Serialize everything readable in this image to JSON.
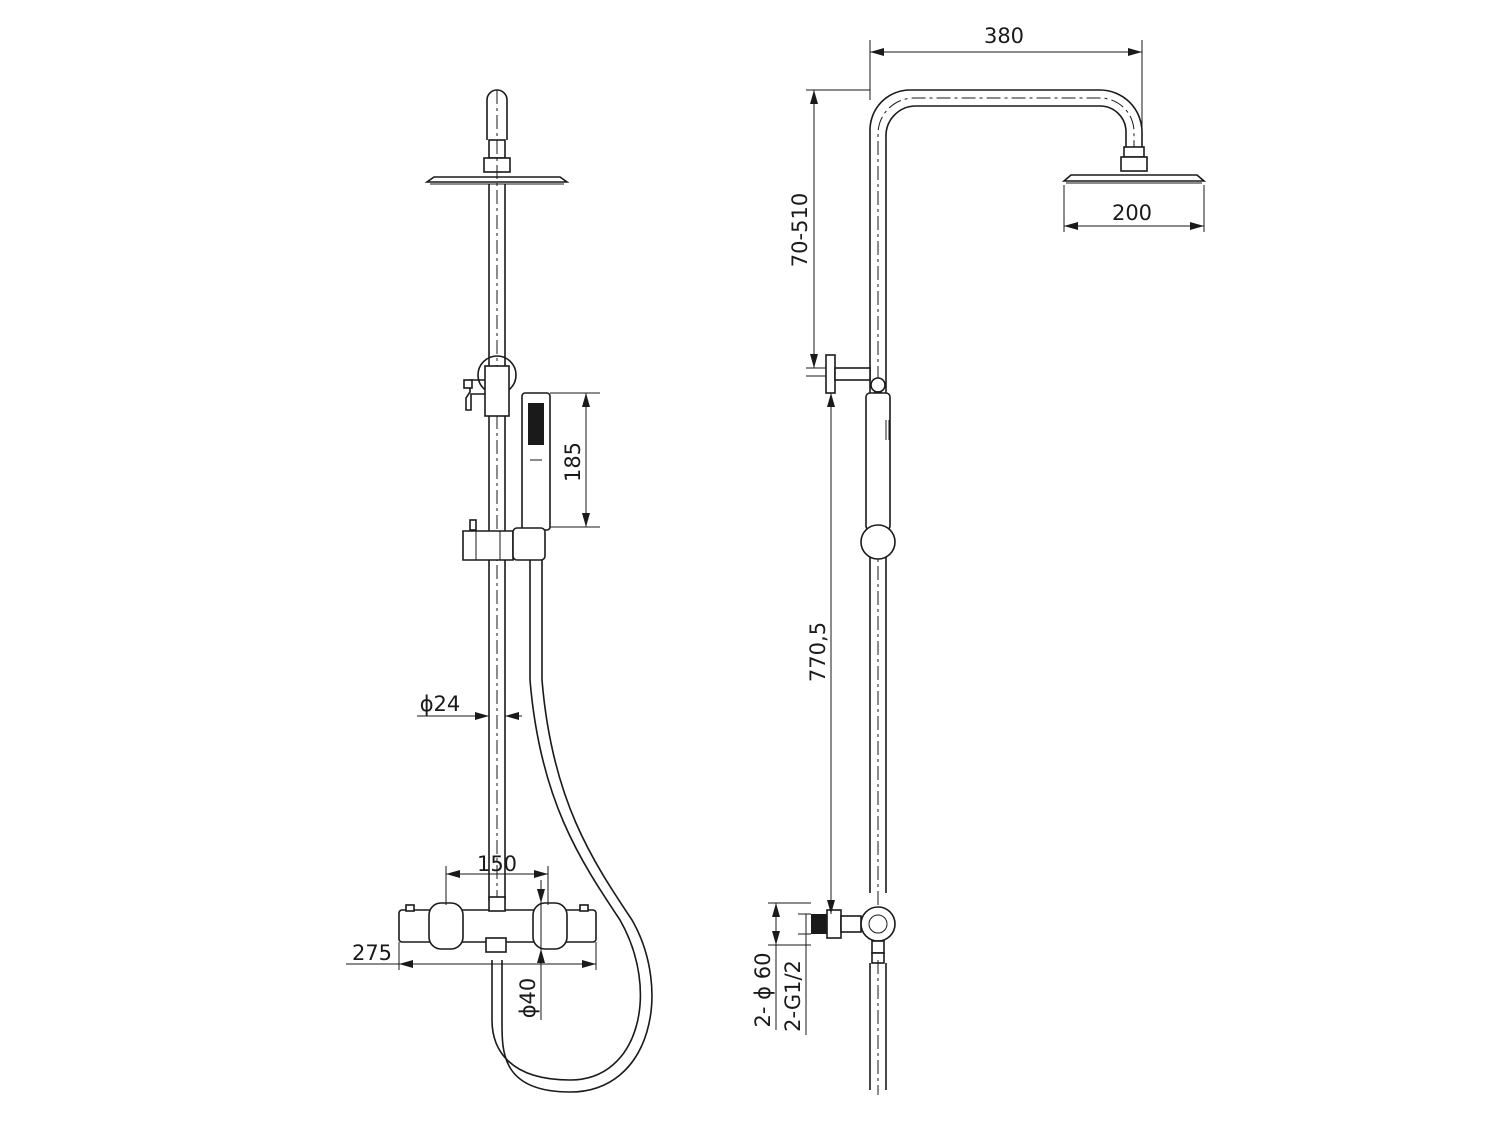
{
  "front_view": {
    "dimensions": {
      "hand_shower_length": "185",
      "rail_diameter": "ϕ24",
      "valve_centers": "150",
      "valve_width": "275",
      "valve_diameter": "ϕ40"
    }
  },
  "side_view": {
    "dimensions": {
      "arm_reach": "380",
      "head_diameter": "200",
      "height_adjust": "70-510",
      "rail_length": "770,5",
      "outlet_diameter": "2- ϕ 60",
      "thread": "2-G1/2"
    }
  },
  "colors": {
    "line": "#1a1a1a",
    "background": "#ffffff"
  }
}
